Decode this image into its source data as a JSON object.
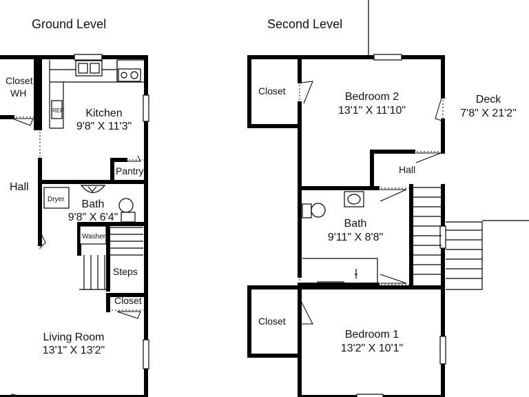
{
  "ground_level": {
    "heading": "Ground Level",
    "closet_wh": {
      "line1": "Closet",
      "line2": "WH"
    },
    "kitchen": {
      "name": "Kitchen",
      "dims": "9'8\" X 11'3\""
    },
    "ref_label": "REF",
    "pantry": "Pantry",
    "hall": "Hall",
    "dryer": "Dryer",
    "washer": "Washer",
    "bath": {
      "name": "Bath",
      "dims": "9'8\" X 6'4\""
    },
    "steps": "Steps",
    "closet": "Closet",
    "living_room": {
      "name": "Living Room",
      "dims": "13'1\" X 13'2\""
    }
  },
  "second_level": {
    "heading": "Second Level",
    "closet_top": "Closet",
    "bedroom2": {
      "name": "Bedroom 2",
      "dims": "13'1\" X 11'10\""
    },
    "deck": {
      "name": "Deck",
      "dims": "7'8\" X 21'2\""
    },
    "hall": "Hall",
    "bath": {
      "name": "Bath",
      "dims": "9'11\" X 8'8\""
    },
    "closet_bottom": "Closet",
    "bedroom1": {
      "name": "Bedroom 1",
      "dims": "13'2\" X 10'1\""
    }
  }
}
